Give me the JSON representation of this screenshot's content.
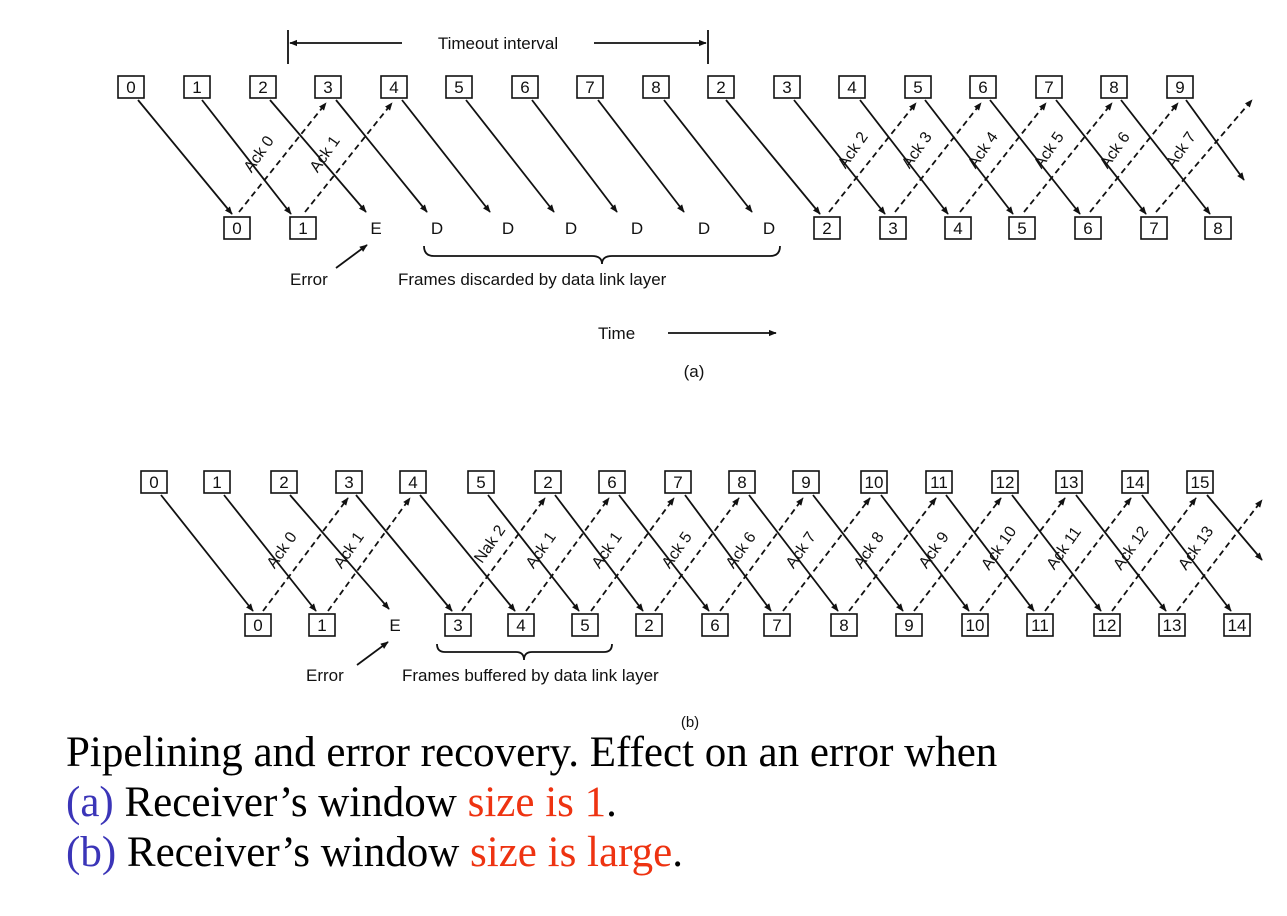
{
  "panel_a": {
    "sent": [
      "0",
      "1",
      "2",
      "3",
      "4",
      "5",
      "6",
      "7",
      "8",
      "2",
      "3",
      "4",
      "5",
      "6",
      "7",
      "8",
      "9"
    ],
    "received": [
      "0",
      "1",
      "2",
      "3",
      "4",
      "5",
      "6",
      "7",
      "8"
    ],
    "error_mark": "E",
    "discard_mark": "D",
    "acks": [
      "Ack 0",
      "Ack 1",
      "Ack 2",
      "Ack 3",
      "Ack 4",
      "Ack 5",
      "Ack 6",
      "Ack 7"
    ],
    "timeout_label": "Timeout interval",
    "error_label": "Error",
    "discard_label": "Frames discarded by data link layer",
    "time_label": "Time",
    "panel_label": "(a)"
  },
  "panel_b": {
    "sent": [
      "0",
      "1",
      "2",
      "3",
      "4",
      "5",
      "2",
      "6",
      "7",
      "8",
      "9",
      "10",
      "11",
      "12",
      "13",
      "14",
      "15"
    ],
    "received": [
      "0",
      "1",
      "3",
      "4",
      "5",
      "2",
      "6",
      "7",
      "8",
      "9",
      "10",
      "11",
      "12",
      "13",
      "14"
    ],
    "error_mark": "E",
    "acks": [
      "Ack 0",
      "Ack 1",
      "Nak 2",
      "Ack 1",
      "Ack 1",
      "Ack 5",
      "Ack 6",
      "Ack 7",
      "Ack 8",
      "Ack 9",
      "Ack 10",
      "Ack 11",
      "Ack 12",
      "Ack 13"
    ],
    "error_label": "Error",
    "buffer_label": "Frames buffered by data link layer",
    "panel_label": "(b)"
  },
  "caption": {
    "line1": "Pipelining and error recovery.  Effect on an error when",
    "line2_prefix": "(a)",
    "line2_text": " Receiver’s window ",
    "line2_highlight": "size is 1",
    "line2_end": ".",
    "line3_prefix": "(b)",
    "line3_text": " Receiver’s window ",
    "line3_highlight": "size is large",
    "line3_end": "."
  },
  "colors": {
    "prefix": "#3b35b8",
    "highlight": "#ee3311"
  }
}
